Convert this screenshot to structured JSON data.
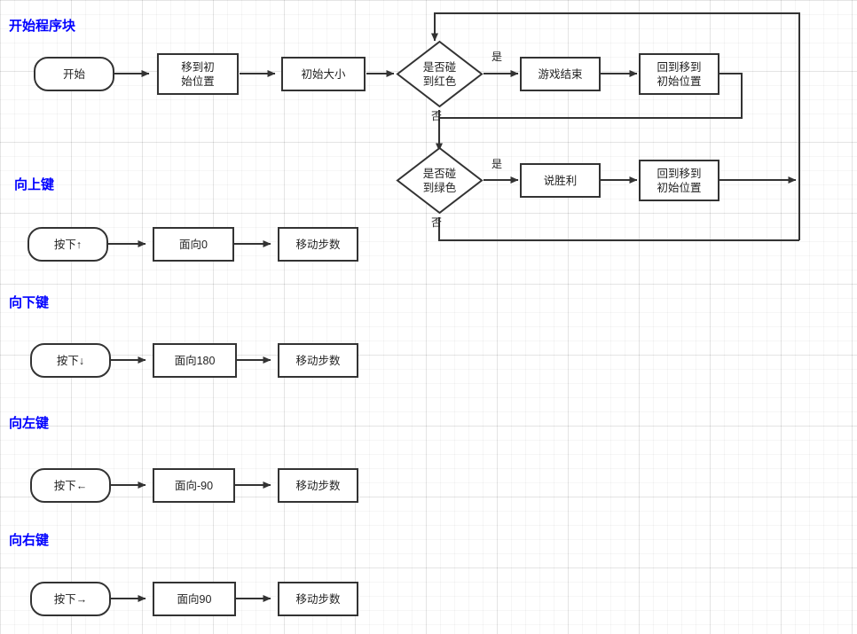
{
  "diagram": {
    "title_color": "#0000ff",
    "node_border_color": "#333333",
    "edge_color": "#333333"
  },
  "sections": [
    {
      "id": "start",
      "label": "开始程序块"
    },
    {
      "id": "up",
      "label": "向上键"
    },
    {
      "id": "down",
      "label": "向下键"
    },
    {
      "id": "left",
      "label": "向左键"
    },
    {
      "id": "right",
      "label": "向右键"
    }
  ],
  "nodes": {
    "start_terminator": "开始",
    "move_init_pos": "移到初\n始位置",
    "init_size": "初始大小",
    "check_red": "是否碰\n到红色",
    "game_over": "游戏结束",
    "back_to_init_1": "回到移到\n初始位置",
    "check_green": "是否碰\n到绿色",
    "say_win": "说胜利",
    "back_to_init_2": "回到移到\n初始位置",
    "up_key": "按下↑",
    "up_face": "面向0",
    "up_steps": "移动步数",
    "down_key": "按下↓",
    "down_face": "面向180",
    "down_steps": "移动步数",
    "left_key": "按下←",
    "left_face": "面向-90",
    "left_steps": "移动步数",
    "right_key": "按下→",
    "right_face": "面向90",
    "right_steps": "移动步数"
  },
  "edge_labels": {
    "red_yes": "是",
    "red_no": "否",
    "green_yes": "是",
    "green_no": "否"
  }
}
